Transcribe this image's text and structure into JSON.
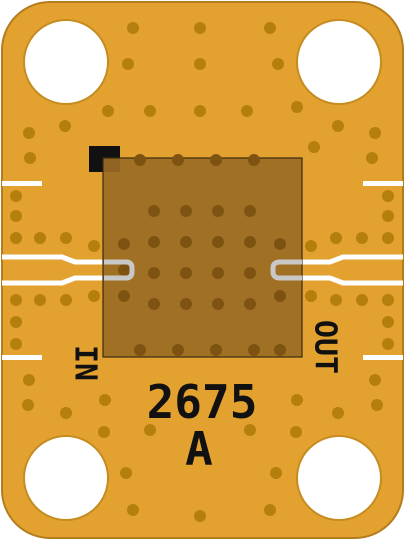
{
  "board": {
    "part_number": "2675",
    "revision": "A",
    "input_label": "IN",
    "output_label": "OUT"
  },
  "colors": {
    "substrate": "#e3a12f",
    "substrate_edge": "#b57c1c",
    "via": "#b57f0e",
    "chip": "#9a6b25",
    "chip_outline": "#3a2a10",
    "pad": "#c8c8c8",
    "hole": "#ffffff",
    "silkscreen": "#111111"
  }
}
